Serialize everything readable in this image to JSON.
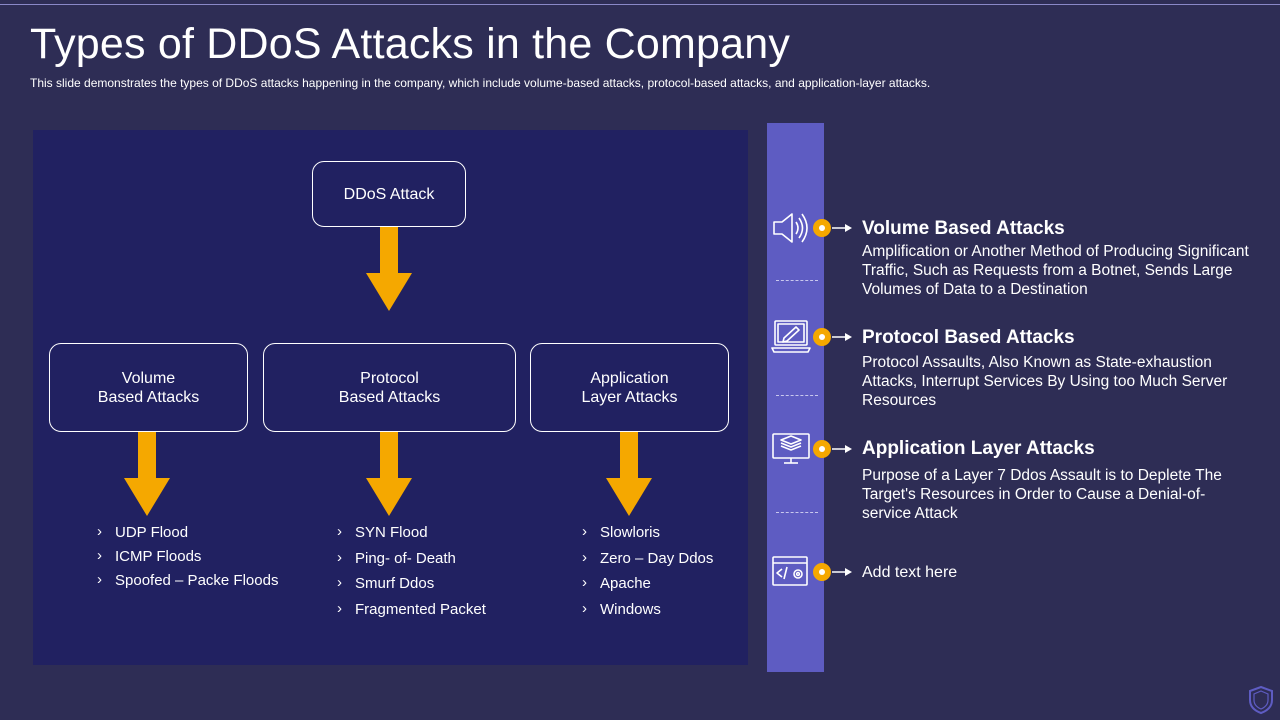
{
  "slide": {
    "title": "Types of DDoS Attacks in the Company",
    "subtitle": "This slide demonstrates the types of DDoS attacks happening in the company, which include volume-based  attacks, protocol-based attacks, and application-layer  attacks."
  },
  "diagram": {
    "root": "DDoS Attack",
    "branches": [
      {
        "label": "Volume\nBased Attacks",
        "items": [
          "UDP Flood",
          "ICMP  Floods",
          "Spoofed – Packe Floods"
        ]
      },
      {
        "label": "Protocol\nBased Attacks",
        "items": [
          "SYN Flood",
          "Ping- of- Death",
          "Smurf Ddos",
          "Fragmented  Packet"
        ]
      },
      {
        "label": "Application\nLayer Attacks",
        "items": [
          "Slowloris",
          "Zero – Day Ddos",
          "Apache",
          "Windows"
        ]
      }
    ]
  },
  "legend": [
    {
      "icon": "speaker-icon",
      "title": "Volume Based Attacks",
      "desc": "Amplification or Another Method of Producing Significant Traffic, Such as Requests from a Botnet, Sends Large Volumes of Data to a Destination"
    },
    {
      "icon": "laptop-edit-icon",
      "title": "Protocol Based Attacks",
      "desc": "Protocol Assaults, Also Known as State-exhaustion Attacks, Interrupt  Services By Using too Much Server Resources"
    },
    {
      "icon": "layers-monitor-icon",
      "title": "Application Layer Attacks",
      "desc": "Purpose of a Layer 7 Ddos Assault is to Deplete The Target's Resources in Order to Cause a Denial-of-service Attack"
    },
    {
      "icon": "code-settings-icon",
      "text": "Add text here"
    }
  ],
  "colors": {
    "background": "#2e2d55",
    "panel": "#212161",
    "bar": "#5e5cc2",
    "arrow": "#f5a800"
  }
}
